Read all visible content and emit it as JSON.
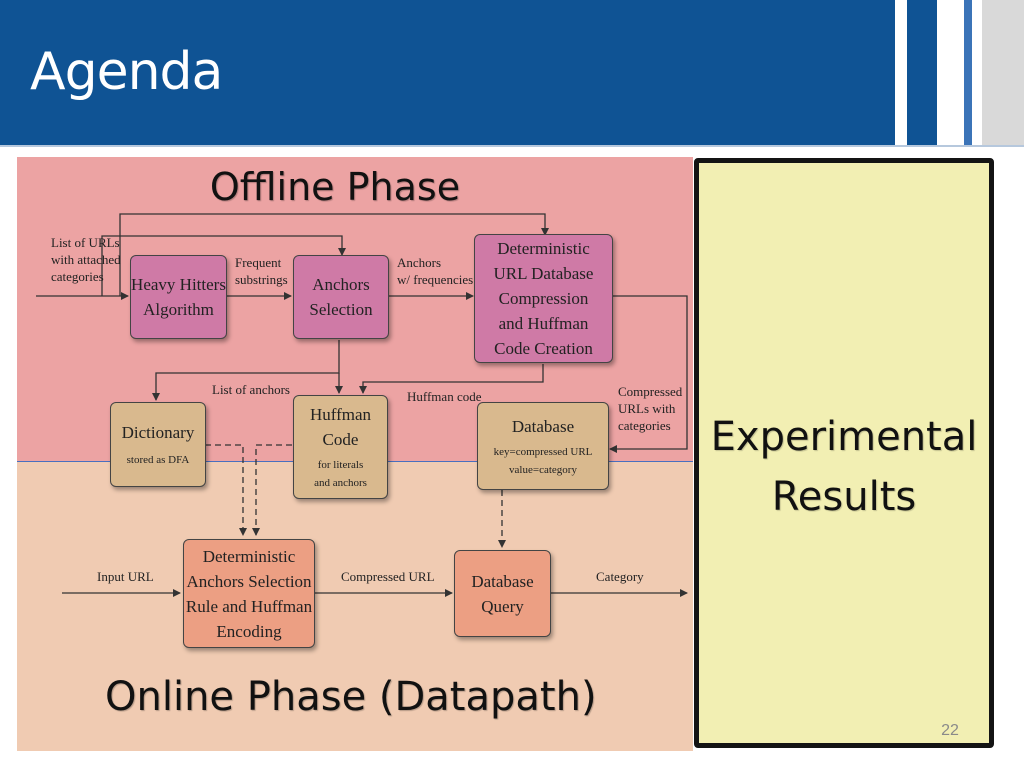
{
  "slide": {
    "title": "Agenda",
    "page_number": "22",
    "colors": {
      "header": "#0f5394",
      "offline_bg": "#eca3a3",
      "online_bg": "#f0cbb2",
      "results_bg": "#f2efb3"
    }
  },
  "diagram": {
    "offline_label": "Offline Phase",
    "online_label": "Online Phase (Datapath)",
    "nodes": {
      "heavy_hitters": "Heavy Hitters\nAlgorithm",
      "anchors_selection": "Anchors\nSelection",
      "url_compression": "Deterministic\nURL Database\nCompression\nand Huffman\nCode Creation",
      "dictionary": {
        "title": "Dictionary",
        "sub": "stored as DFA"
      },
      "huffman_code": {
        "title": "Huffman\nCode",
        "sub": "for literals\nand anchors"
      },
      "database": {
        "title": "Database",
        "sub": "key=compressed URL\nvalue=category"
      },
      "encoding": "Deterministic\nAnchors Selection\nRule and Huffman\nEncoding",
      "database_query": "Database\nQuery"
    },
    "edge_labels": {
      "list_of_urls": "List of URLs\nwith attached\ncategories",
      "frequent_substrings": "Frequent\nsubstrings",
      "anchors_frequencies": "Anchors\nw/ frequencies",
      "list_of_anchors": "List of anchors",
      "huffman_code": "Huffman code",
      "compressed_urls": "Compressed\nURLs with\ncategories",
      "input_url": "Input URL",
      "compressed_url": "Compressed URL",
      "category": "Category"
    }
  },
  "side_panel": {
    "label": "Experimental\nResults"
  }
}
